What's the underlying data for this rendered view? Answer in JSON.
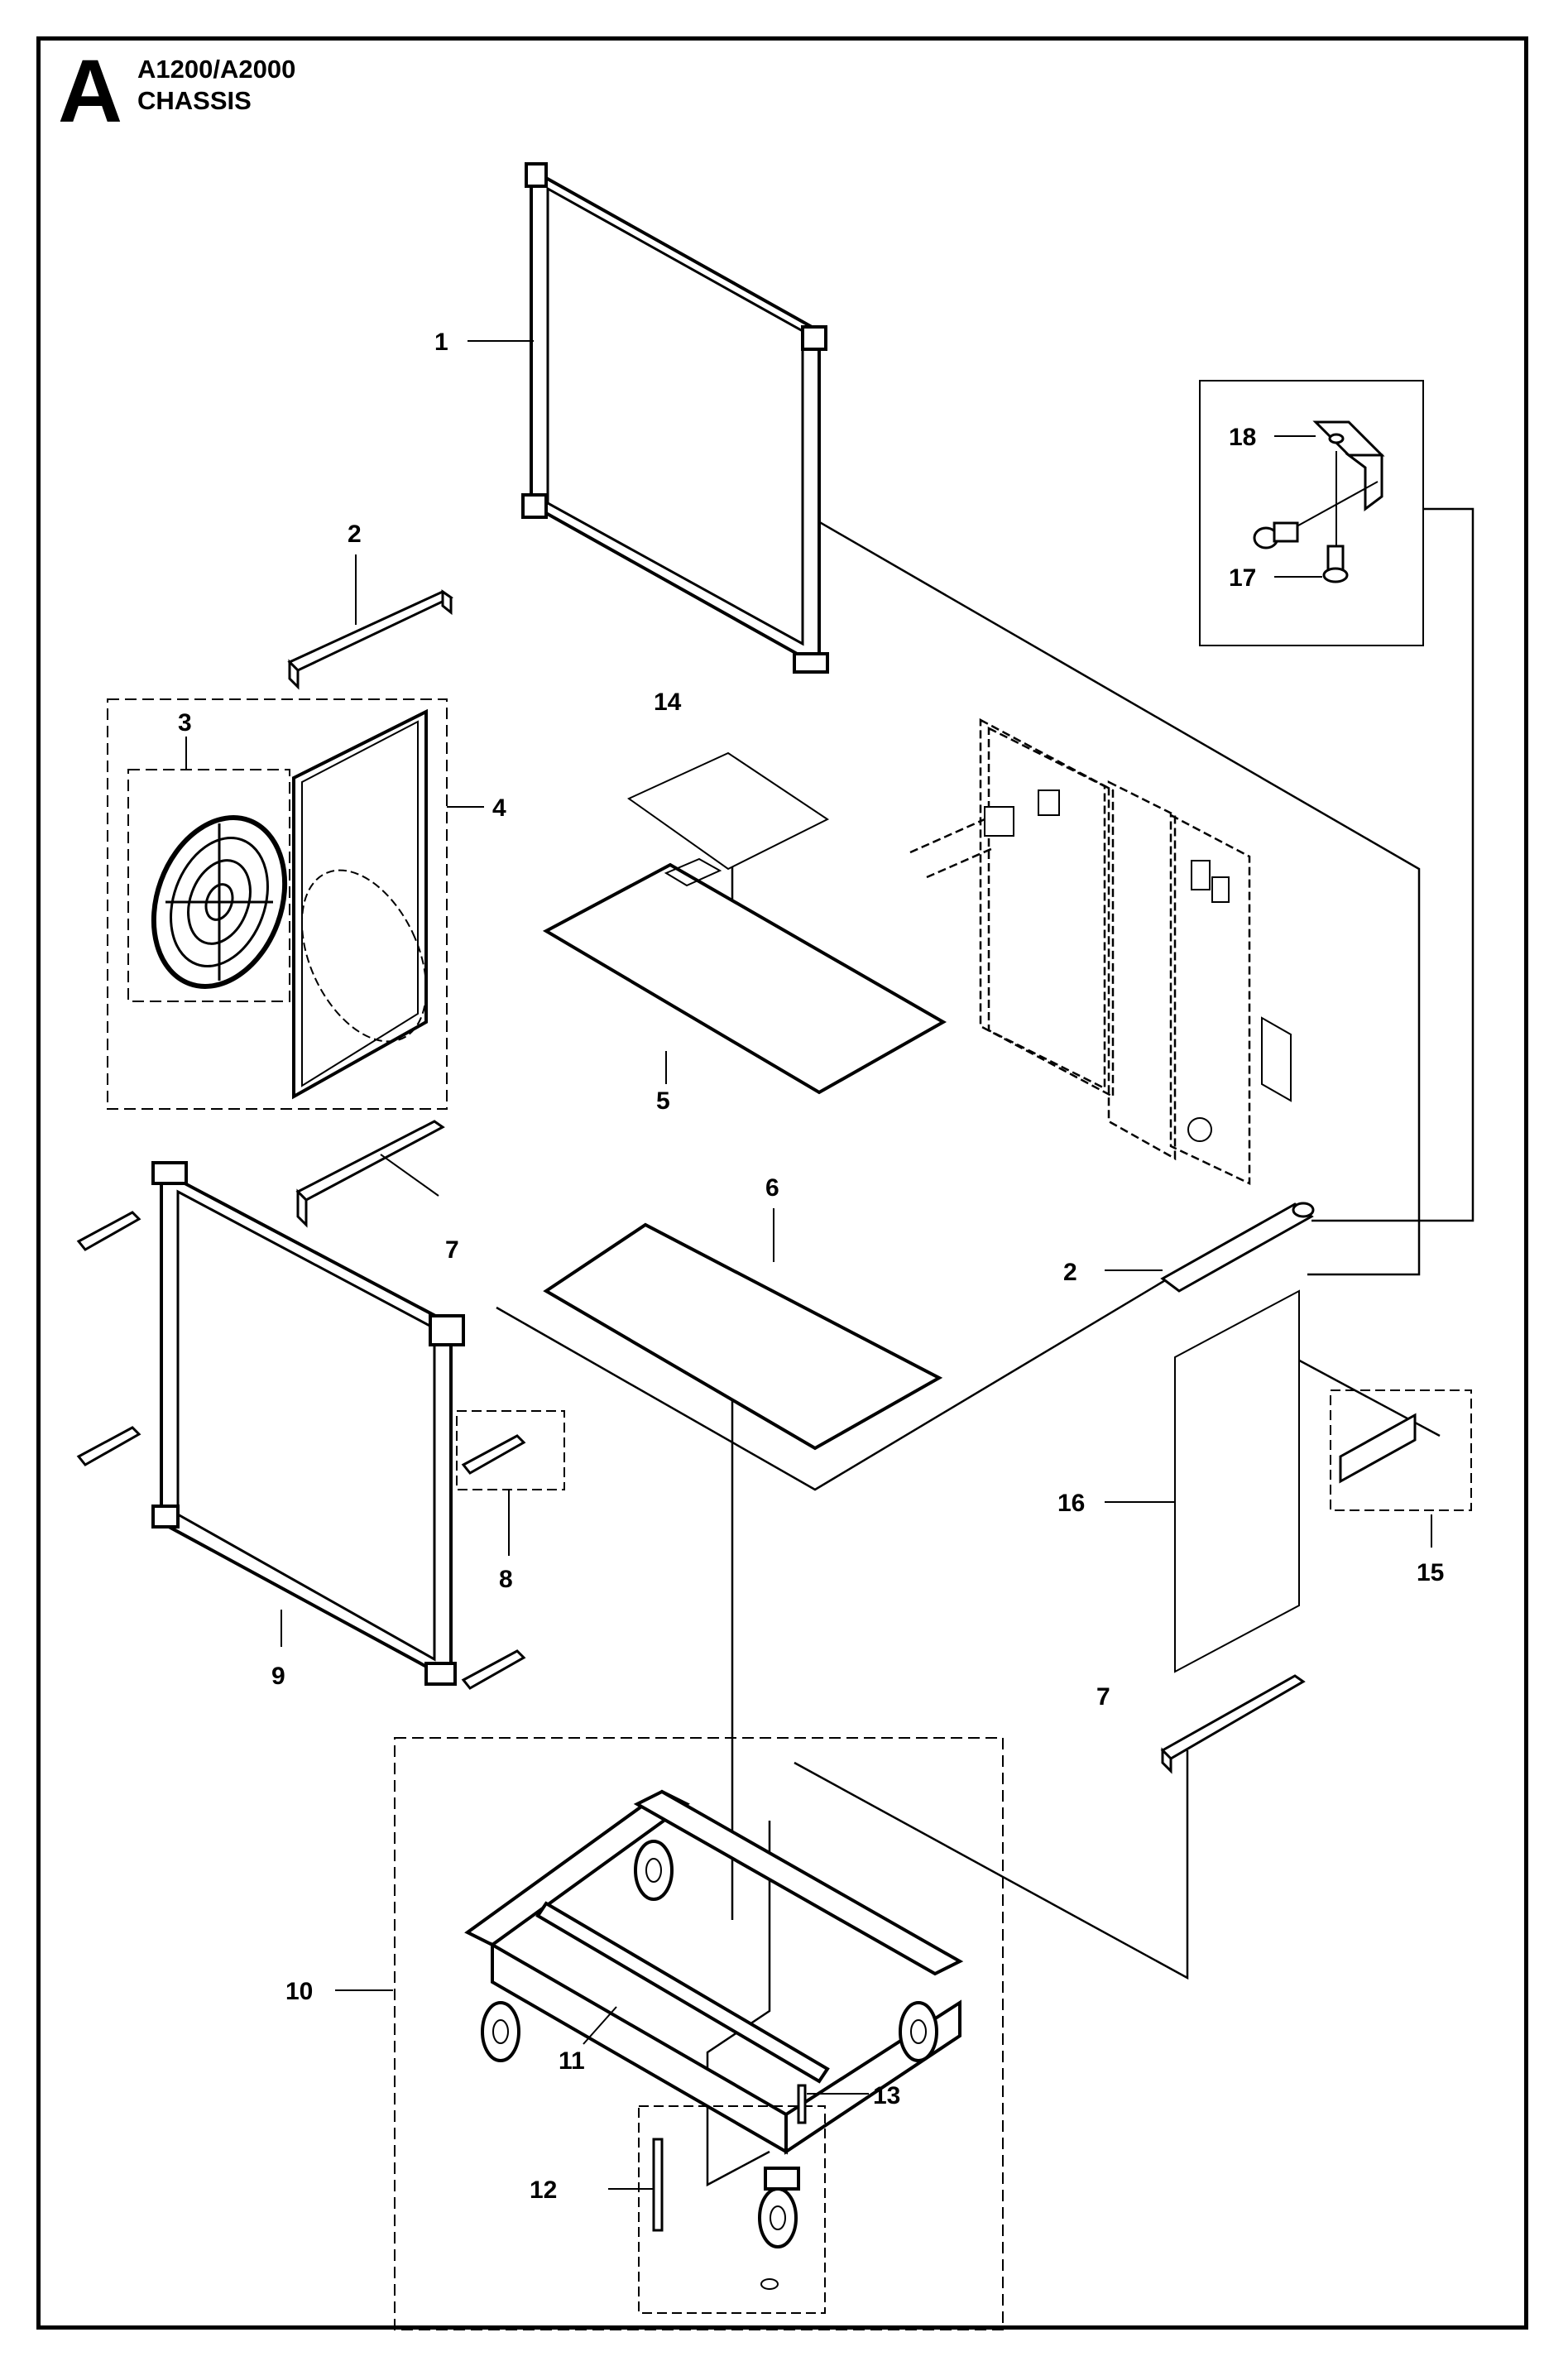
{
  "header": {
    "section_letter": "A",
    "model": "A1200/A2000",
    "section_title": "CHASSIS"
  },
  "callouts": [
    {
      "id": "1",
      "label": "1"
    },
    {
      "id": "2a",
      "label": "2"
    },
    {
      "id": "2b",
      "label": "2"
    },
    {
      "id": "3",
      "label": "3"
    },
    {
      "id": "4",
      "label": "4"
    },
    {
      "id": "5",
      "label": "5"
    },
    {
      "id": "6",
      "label": "6"
    },
    {
      "id": "7a",
      "label": "7"
    },
    {
      "id": "7b",
      "label": "7"
    },
    {
      "id": "8",
      "label": "8"
    },
    {
      "id": "9",
      "label": "9"
    },
    {
      "id": "10",
      "label": "10"
    },
    {
      "id": "11",
      "label": "11"
    },
    {
      "id": "12",
      "label": "12"
    },
    {
      "id": "13",
      "label": "13"
    },
    {
      "id": "14",
      "label": "14"
    },
    {
      "id": "15",
      "label": "15"
    },
    {
      "id": "16",
      "label": "16"
    },
    {
      "id": "17",
      "label": "17"
    },
    {
      "id": "18",
      "label": "18"
    }
  ]
}
